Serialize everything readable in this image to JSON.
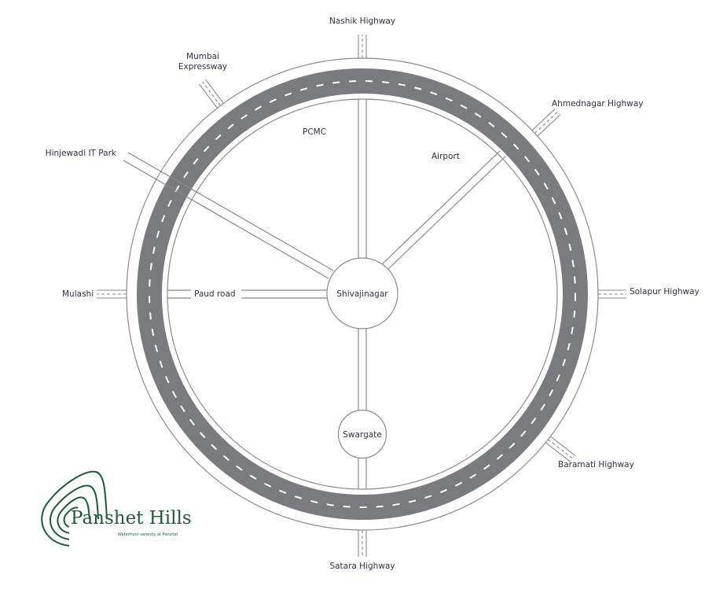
{
  "title": "Pune road connectivity map",
  "colors": {
    "road": "#7a7b7e",
    "line": "#8a8a8a",
    "brand": "#1d5b38"
  },
  "hubs": {
    "center": "Shivajinagar",
    "south": "Swargate"
  },
  "areas": {
    "pcmc": "PCMC",
    "airport": "Airport",
    "paud": "Paud road"
  },
  "highways": {
    "nashik": "Nashik Highway",
    "mumbai_1": "Mumbai",
    "mumbai_2": "Expressway",
    "ahmednagar": "Ahmednagar Highway",
    "hinjewadi": "Hinjewadi IT Park",
    "mulashi": "Mulashi",
    "solapur": "Solapur Highway",
    "baramati": "Baramati Highway",
    "satara": "Satara Highway"
  },
  "logo": {
    "name": "Panshet Hills",
    "tagline": "Waterfront serenity at Panshet"
  }
}
